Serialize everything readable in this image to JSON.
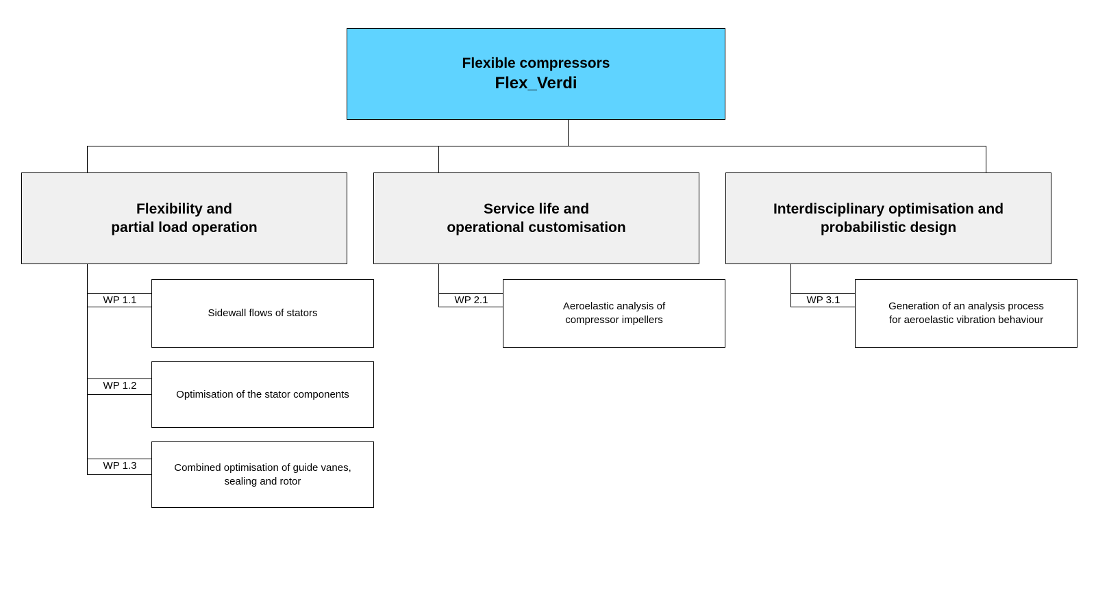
{
  "root": {
    "line1": "Flexible compressors",
    "line2": "Flex_Verdi"
  },
  "categories": [
    {
      "lines": [
        "Flexibility and",
        "partial load operation"
      ],
      "packages": [
        {
          "id": "WP 1.1",
          "lines": [
            "Sidewall flows of stators"
          ]
        },
        {
          "id": "WP 1.2",
          "lines": [
            "Optimisation of the stator components"
          ]
        },
        {
          "id": "WP 1.3",
          "lines": [
            "Combined optimisation of guide vanes,",
            "sealing and rotor"
          ]
        }
      ]
    },
    {
      "lines": [
        "Service life and",
        "operational customisation"
      ],
      "packages": [
        {
          "id": "WP 2.1",
          "lines": [
            "Aeroelastic analysis of",
            "compressor impellers"
          ]
        }
      ]
    },
    {
      "lines": [
        "Interdisciplinary optimisation and",
        "probabilistic design"
      ],
      "packages": [
        {
          "id": "WP 3.1",
          "lines": [
            "Generation of an analysis process",
            "for aeroelastic vibration behaviour"
          ]
        }
      ]
    }
  ]
}
